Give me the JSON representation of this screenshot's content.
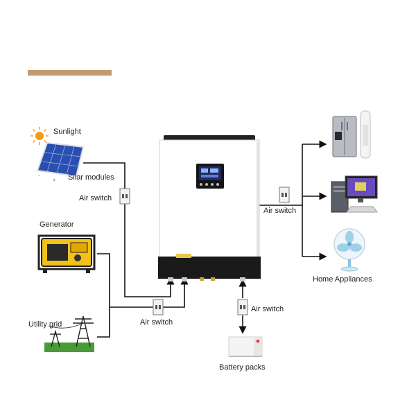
{
  "colors": {
    "accent_bar": "#c59a6f",
    "line": "#111111",
    "inverter_body": "#ffffff",
    "inverter_base": "#1a1a1a",
    "screen": "#1f2b5c",
    "solar_cell": "#2b4fb0",
    "generator": "#f2c21b",
    "grass": "#4a9a3a"
  },
  "icons": {
    "sun": "sun-icon",
    "solar_panel": "solar-panel-icon",
    "generator": "generator-icon",
    "pylon": "power-pylon-icon",
    "breaker": "breaker-icon",
    "fridge": "refrigerator-icon",
    "ac": "air-conditioner-icon",
    "computer": "computer-icon",
    "fan": "fan-icon",
    "battery": "battery-icon",
    "inverter": "inverter-icon"
  },
  "labels": {
    "sunlight": "Sunlight",
    "solar_modules": "Silar modules",
    "air_switch_solar": "Air switch",
    "generator": "Generator",
    "utility_grid": "Utility grid",
    "air_switch_grid": "Air switch",
    "air_switch_load": "Air switch",
    "home_appliances": "Home Appliances",
    "air_switch_battery": "Air switch",
    "battery_packs": "Battery packs"
  }
}
